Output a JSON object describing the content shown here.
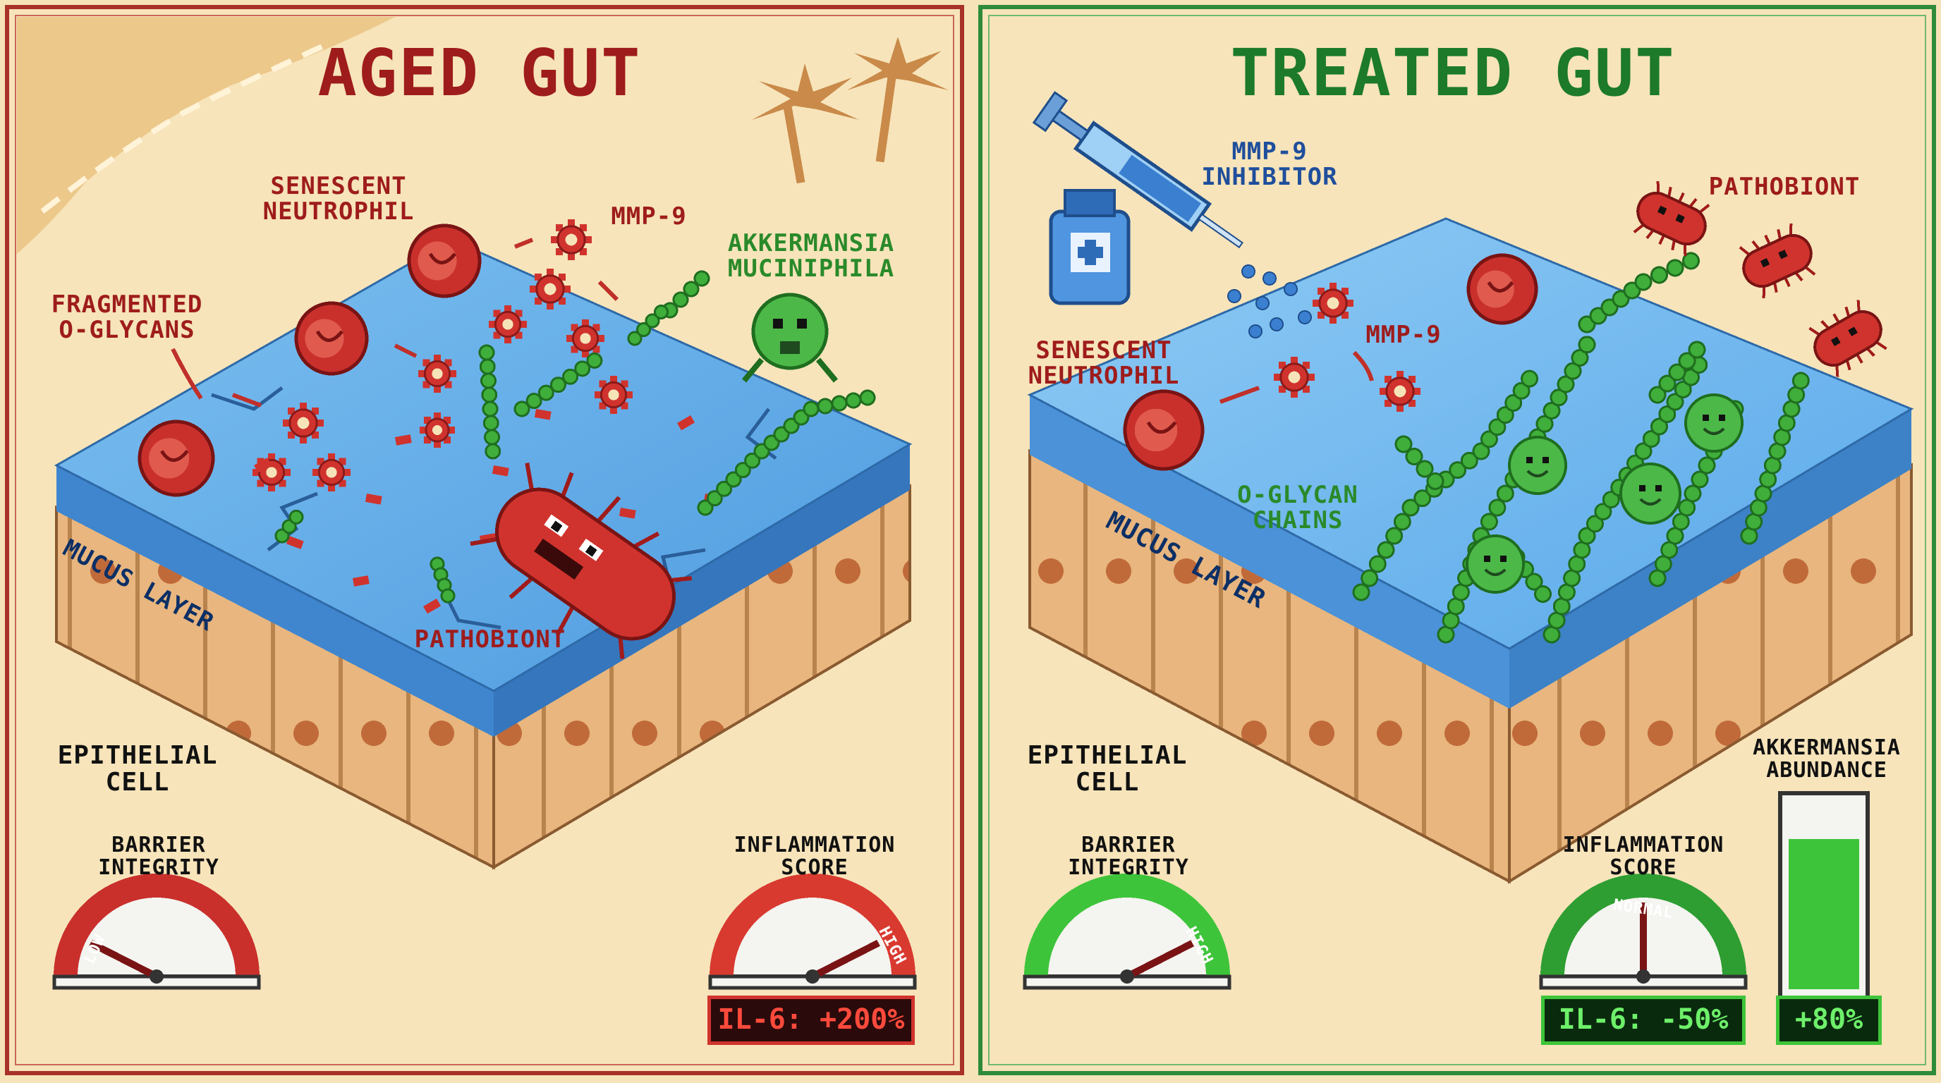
{
  "colors": {
    "background": "#f6e3b8",
    "aged_accent": "#9e1c1c",
    "treated_accent": "#1c7a2a",
    "mucus": "#5aa6e6",
    "epithelium": "#e6b47c",
    "pathobiont": "#c9302c",
    "akkermansia": "#3fae3a"
  },
  "aged": {
    "title": "AGED GUT",
    "labels": {
      "senescent_neutrophil": "SENESCENT\nNEUTROPHIL",
      "mmp9": "MMP-9",
      "akkermansia": "AKKERMANSIA\nMUCINIPHILA",
      "fragmented_glycans": "FRAGMENTED\nO-GLYCANS",
      "mucus_layer": "MUCUS LAYER",
      "pathobiont": "PATHOBIONT",
      "epithelial_cell": "EPITHELIAL\nCELL"
    },
    "barrier_gauge": {
      "title": "BARRIER\nINTEGRITY",
      "scale_label": "LOW",
      "level": 0.15
    },
    "inflammation_gauge": {
      "title": "INFLAMMATION\nSCORE",
      "scale_label": "HIGH",
      "level": 0.85,
      "readout": "IL-6: +200%"
    }
  },
  "treated": {
    "title": "TREATED GUT",
    "labels": {
      "inhibitor": "MMP-9\nINHIBITOR",
      "pathobiont": "PATHOBIONT",
      "senescent_neutrophil": "SENESCENT\nNEUTROPHIL",
      "mmp9": "MMP-9",
      "oglycan_chains": "O-GLYCAN\nCHAINS",
      "mucus_layer": "MUCUS LAYER",
      "epithelial_cell": "EPITHELIAL\nCELL"
    },
    "barrier_gauge": {
      "title": "BARRIER\nINTEGRITY",
      "scale_label": "HIGH",
      "level": 0.85
    },
    "inflammation_gauge": {
      "title": "INFLAMMATION\nSCORE",
      "scale_label": "NORMAL",
      "level": 0.5,
      "readout": "IL-6: -50%"
    },
    "akkermansia_bar": {
      "title": "AKKERMANSIA\nABUNDANCE",
      "level": 0.8,
      "readout": "+80%"
    }
  },
  "icons": [
    "neutrophil-icon",
    "mmp9-enzyme-icon",
    "pathobiont-bacterium-icon",
    "akkermansia-bacterium-icon",
    "syringe-icon",
    "vial-icon",
    "palm-tree-icon"
  ]
}
